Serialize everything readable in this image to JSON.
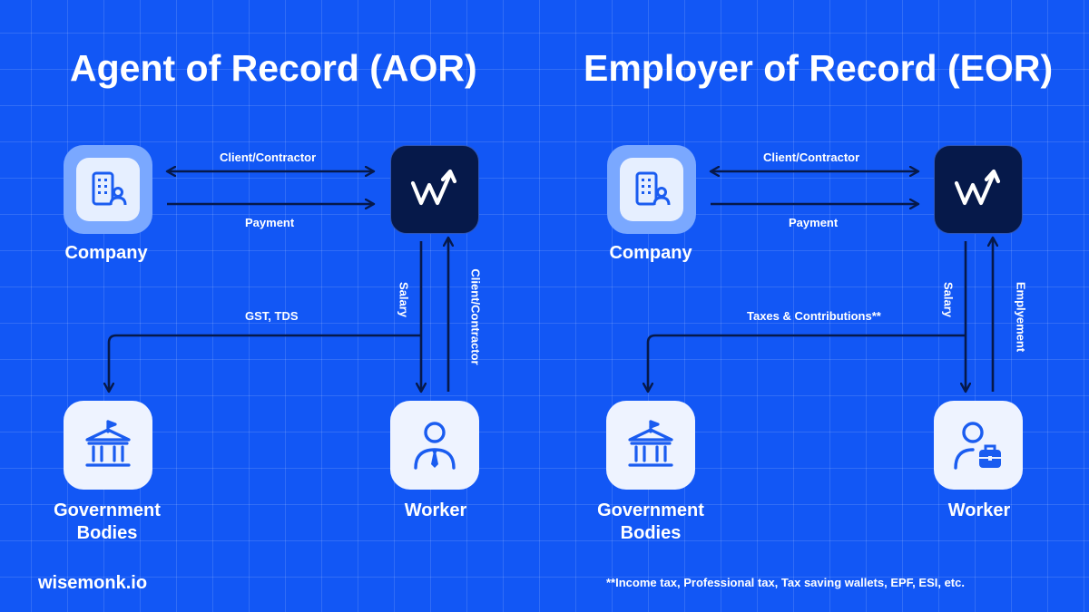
{
  "aor": {
    "title": "Agent of Record (AOR)",
    "arrow_top": "Client/Contractor",
    "arrow_bottom": "Payment",
    "company_label": "Company",
    "salary_label": "Salary",
    "right_vertical": "Client/Contractor",
    "tax_label": "GST, TDS",
    "gov_label_line1": "Government",
    "gov_label_line2": "Bodies",
    "worker_label": "Worker"
  },
  "eor": {
    "title": "Employer of Record (EOR)",
    "arrow_top": "Client/Contractor",
    "arrow_bottom": "Payment",
    "company_label": "Company",
    "salary_label": "Salary",
    "right_vertical": "Emplyement",
    "tax_label": "Taxes & Contributions**",
    "gov_label_line1": "Government",
    "gov_label_line2": "Bodies",
    "worker_label": "Worker"
  },
  "footer": {
    "brand": "wisemonk.io",
    "footnote": "**Income tax, Professional tax, Tax saving wallets, EPF, ESI, etc."
  },
  "colors": {
    "background": "#1257f5",
    "arrow": "#06194a",
    "icon_blue": "#1a5cf0",
    "dark_tile": "#06194a"
  },
  "icons": {
    "company": "building-person-icon",
    "platform": "wisemonk-logo",
    "government": "government-building-icon",
    "worker_aor": "worker-tie-icon",
    "worker_eor": "worker-briefcase-icon"
  }
}
